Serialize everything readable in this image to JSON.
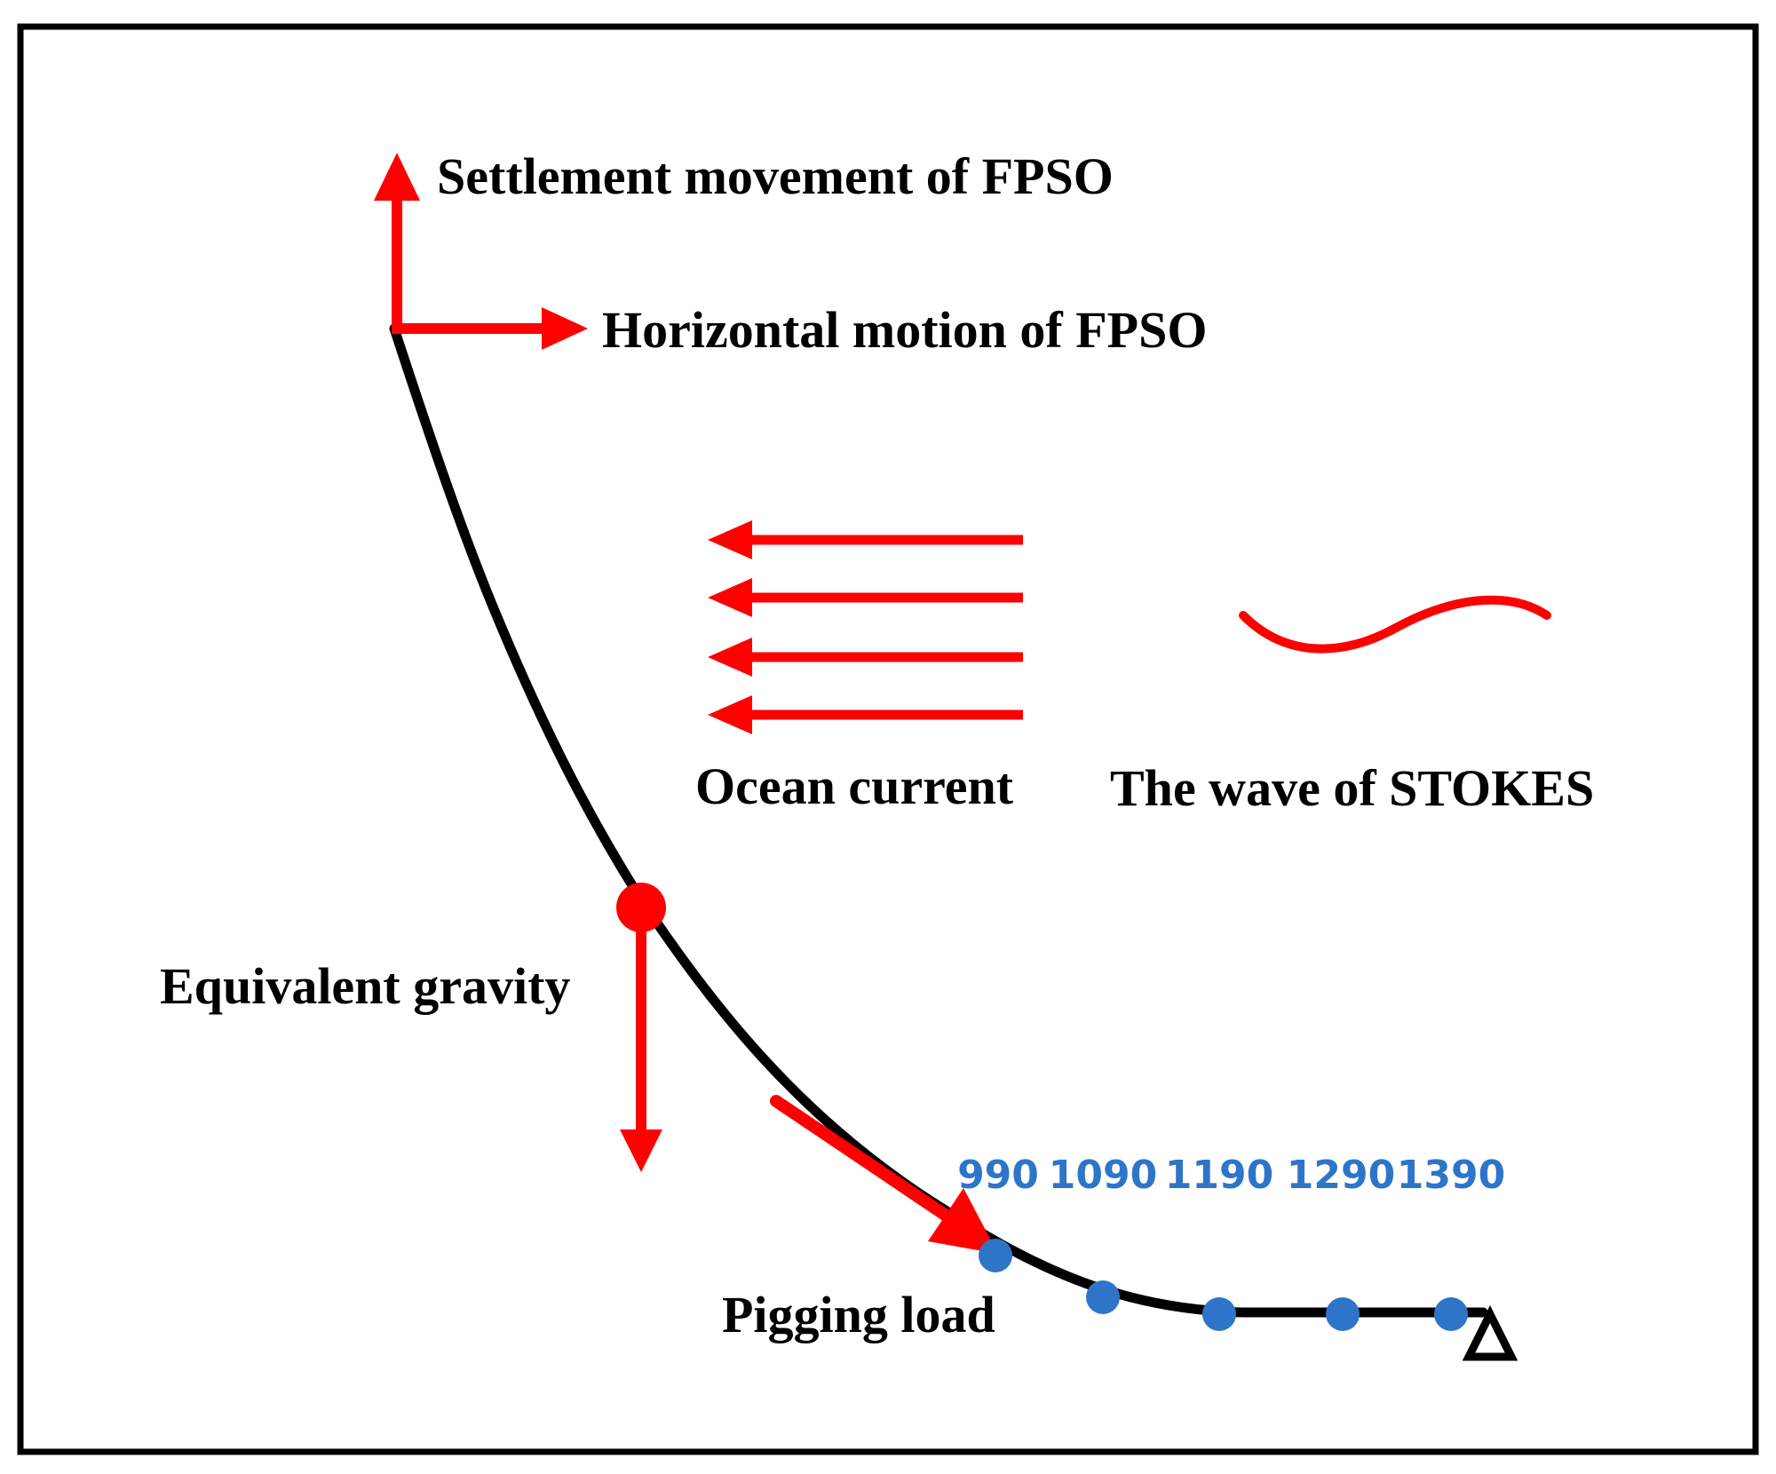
{
  "labels": {
    "settlement": "Settlement movement of FPSO",
    "horizontal": "Horizontal motion of FPSO",
    "ocean_current": "Ocean current",
    "stokes_wave": "The wave of STOKES",
    "equivalent_gravity": "Equivalent gravity",
    "pigging_load": "Pigging load"
  },
  "node_labels": [
    "990",
    "1090",
    "1190",
    "1290",
    "1390"
  ],
  "colors": {
    "load": "#ff0000",
    "riser": "#000000",
    "node": "#2e75c9",
    "frame": "#000000"
  }
}
